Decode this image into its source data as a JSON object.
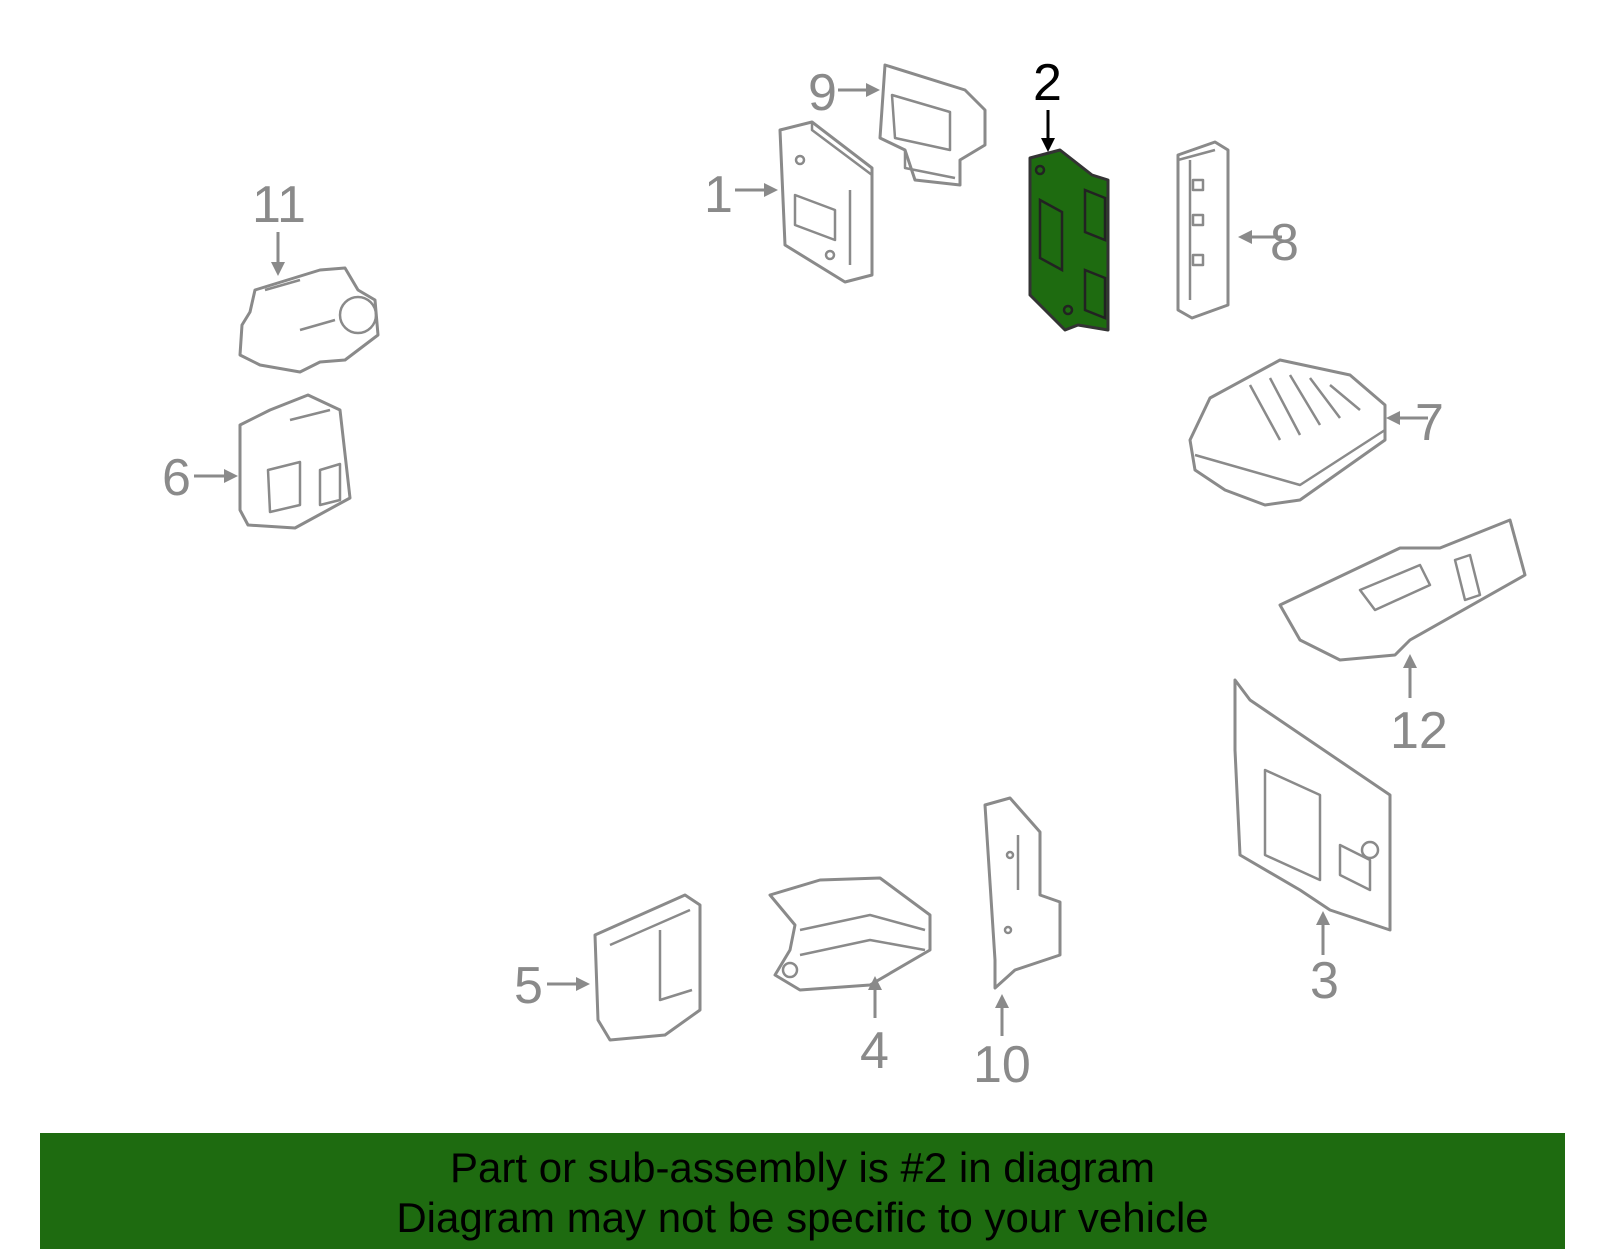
{
  "callouts": {
    "c1": "1",
    "c2": "2",
    "c3": "3",
    "c4": "4",
    "c5": "5",
    "c6": "6",
    "c7": "7",
    "c8": "8",
    "c9": "9",
    "c10": "10",
    "c11": "11",
    "c12": "12"
  },
  "highlight_color": "#1e6b10",
  "banner": {
    "line1": "Part or sub-assembly is #2 in diagram",
    "line2": "Diagram may not be specific to your vehicle"
  }
}
